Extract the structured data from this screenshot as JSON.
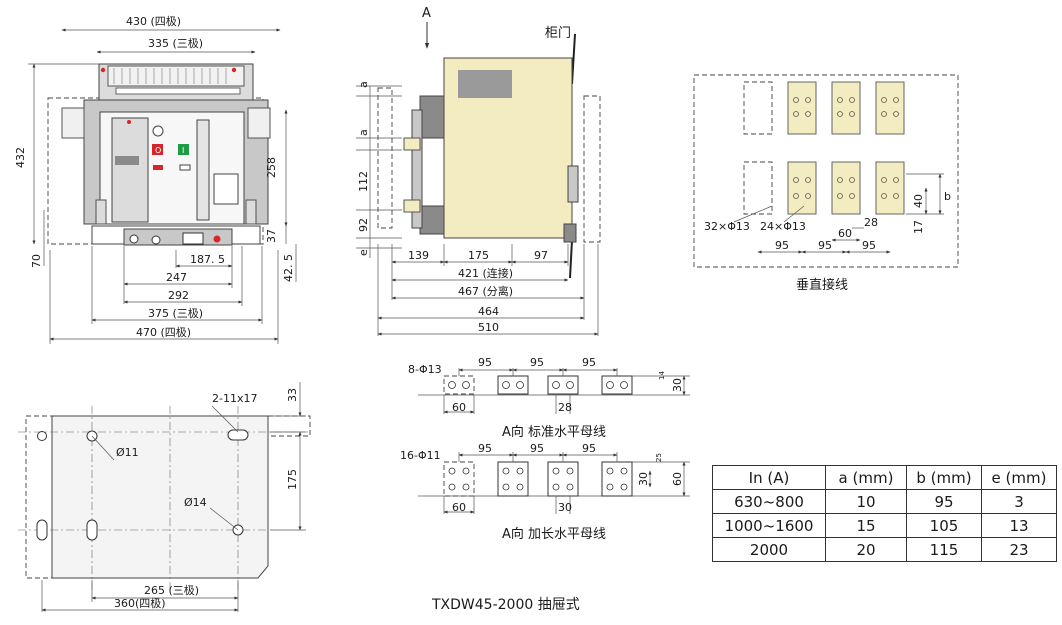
{
  "front_view": {
    "dims": {
      "w430": "430 (四极)",
      "w335": "335 (三极)",
      "h432": "432",
      "h258": "258",
      "h70": "70",
      "h37": "37",
      "h42_5": "42. 5",
      "w187_5": "187. 5",
      "w247": "247",
      "w292": "292",
      "w375": "375 (三极)",
      "w470": "470 (四极)"
    }
  },
  "side_view": {
    "arrow_label": "A",
    "door_label": "柜门",
    "dims": {
      "a1": "a",
      "a2": "a",
      "v112": "112",
      "v92": "92",
      "e": "e",
      "h139": "139",
      "h175": "175",
      "h97": "97",
      "h421": "421 (连接)",
      "h467": "467 (分离)",
      "h464": "464",
      "h510": "510"
    }
  },
  "vertical_wiring": {
    "title": "垂直接线",
    "dims": {
      "holes32": "32×Φ13",
      "holes24": "24×Φ13",
      "w95a": "95",
      "w95b": "95",
      "w95c": "95",
      "w60": "60",
      "w28": "28",
      "h40": "40",
      "h17": "17",
      "b": "b"
    }
  },
  "base_view": {
    "dims": {
      "slots": "2-11x17",
      "h33": "33",
      "h175": "175",
      "d11": "Ø11",
      "d14": "Ø14",
      "w265": "265 (三极)",
      "w360": "360(四极)"
    }
  },
  "busbar_standard": {
    "title": "A向 标准水平母线",
    "holes": "8-Φ13",
    "p1": "95",
    "p2": "95",
    "p3": "95",
    "w60": "60",
    "w28": "28",
    "h14": "14",
    "h30": "30"
  },
  "busbar_extended": {
    "title": "A向 加长水平母线",
    "holes": "16-Φ11",
    "p1": "95",
    "p2": "95",
    "p3": "95",
    "w60": "60",
    "w30": "30",
    "h30": "30",
    "h60": "60",
    "h25": "25"
  },
  "spec_table": {
    "headers": [
      "In (A)",
      "a (mm)",
      "b (mm)",
      "e (mm)"
    ],
    "rows": [
      [
        "630~800",
        "10",
        "95",
        "3"
      ],
      [
        "1000~1600",
        "15",
        "105",
        "13"
      ],
      [
        "2000",
        "20",
        "115",
        "23"
      ]
    ]
  },
  "caption": "TXDW45-2000 抽屉式",
  "colors": {
    "cream": "#f3ecc0",
    "panel_gray": "#dcdcdc",
    "dark_gray": "#8a8a8a",
    "red": "#d4262b",
    "green": "#1f9a45"
  }
}
